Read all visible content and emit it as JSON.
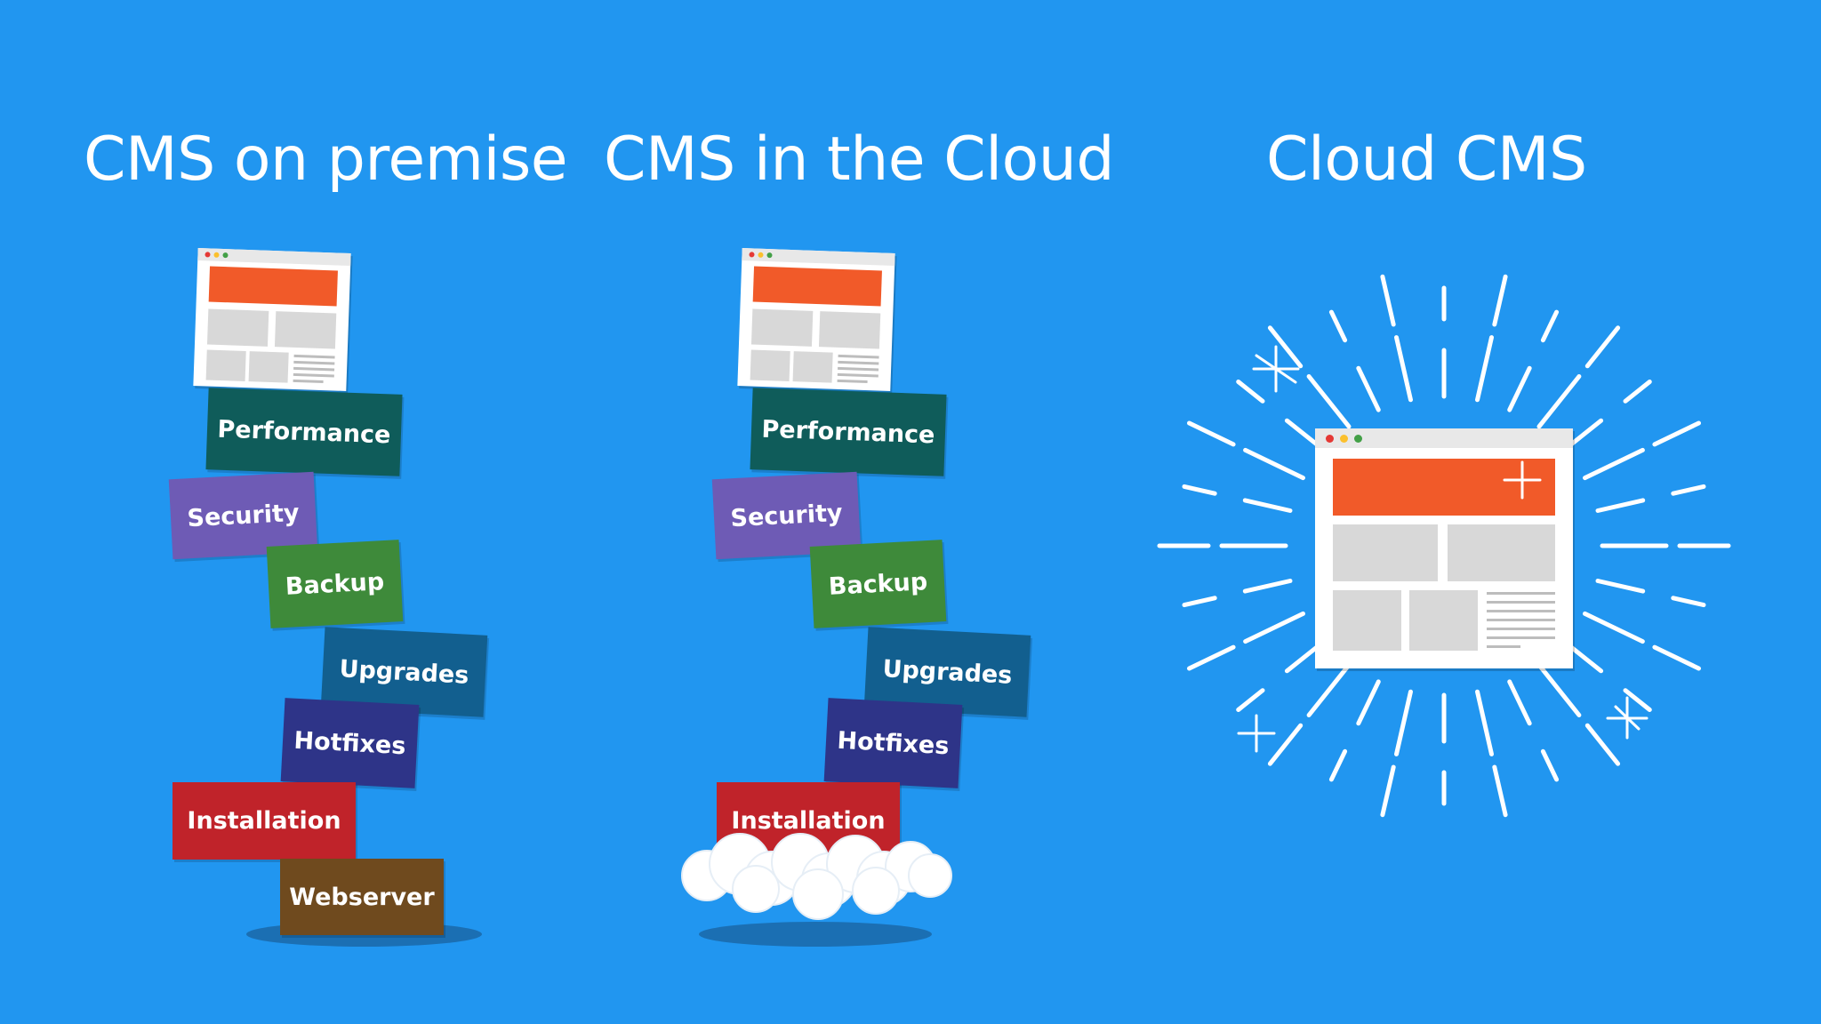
{
  "titles": {
    "on_premise": "CMS on premise",
    "in_cloud": "CMS in the Cloud",
    "cloud_cms": "Cloud CMS"
  },
  "stack_labels": {
    "performance": "Performance",
    "security": "Security",
    "backup": "Backup",
    "upgrades": "Upgrades",
    "hotfixes": "Hotfixes",
    "installation": "Installation",
    "webserver": "Webserver"
  },
  "colors": {
    "background": "#2196f0",
    "performance": "#0f5c5a",
    "security": "#6e5bb5",
    "backup": "#3e8a3a",
    "upgrades": "#125f8f",
    "hotfixes": "#2e3488",
    "installation": "#c0232a",
    "webserver": "#6f4a1e",
    "hero": "#f15a29"
  },
  "icons": [
    "browser-window-icon",
    "cloud-icon",
    "sparkle-icon",
    "radiating-lines-icon"
  ]
}
